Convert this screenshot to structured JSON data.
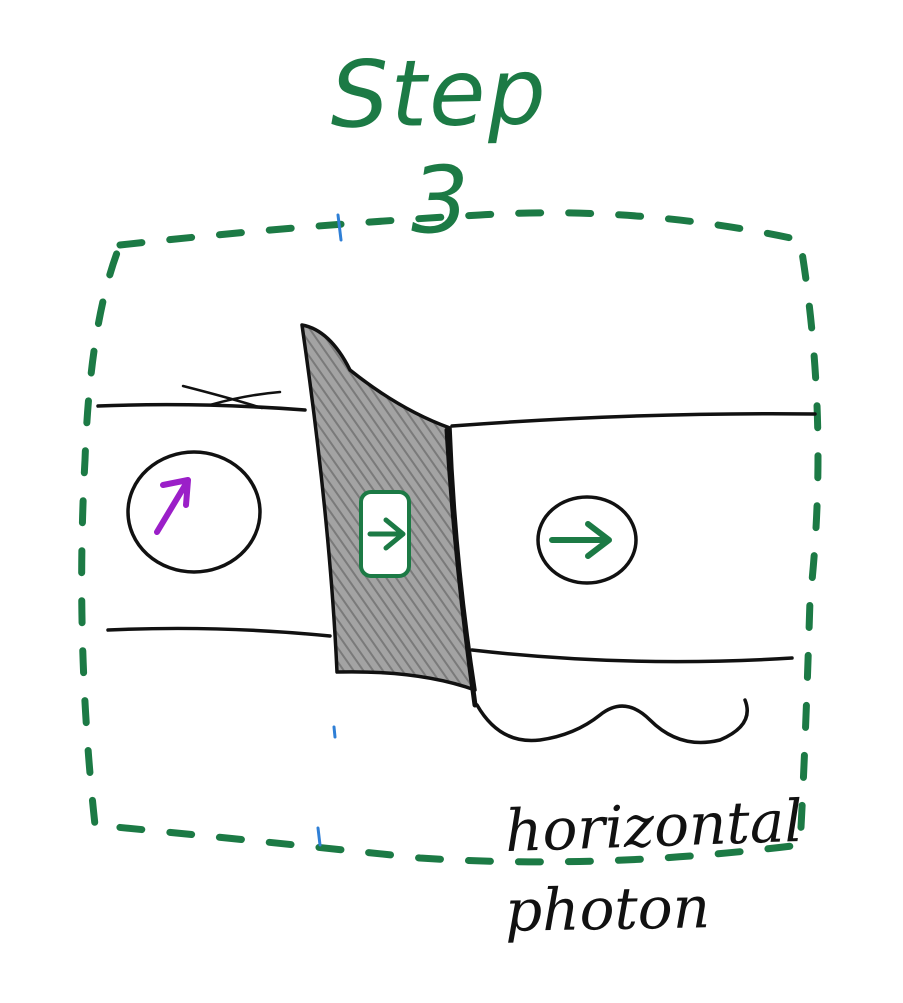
{
  "title": "Step 3",
  "label": {
    "line1": "horizontal",
    "line2": "photon"
  },
  "colors": {
    "frame": "#1c7a45",
    "ink": "#111111",
    "polarizer_fill": "#8f8f8f",
    "photon_in_arrow": "#9b1fc8",
    "photon_out_arrow": "#1c7a45",
    "axis_marks": "#2f7fd6"
  },
  "icons": {
    "incoming_photon": "arrow-diagonal-up-right-icon",
    "filter_arrow": "arrow-right-icon",
    "outgoing_photon": "arrow-right-icon"
  }
}
